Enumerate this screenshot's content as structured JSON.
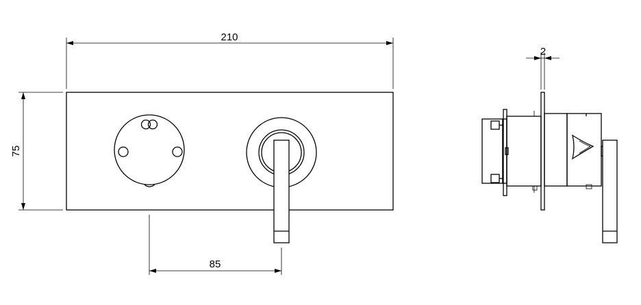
{
  "dimensions": {
    "overall_width": "210",
    "overall_height": "75",
    "center_distance": "85",
    "plate_thickness": "2"
  }
}
